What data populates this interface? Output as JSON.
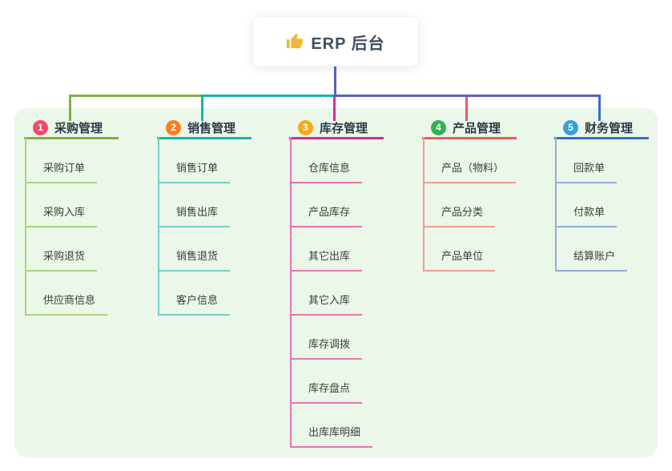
{
  "root": {
    "icon": "thumbs-up-icon",
    "label": "ERP 后台"
  },
  "theme": {
    "canvas_bg": "#ffffff",
    "panel_bg": "#ebf7e8",
    "connector_color": "#5463c6",
    "root_icon_color": "#f2b632"
  },
  "branches": [
    {
      "num": "1",
      "label": "采购管理",
      "badge_color": "#f5476b",
      "line_color": "#7cb342",
      "child_line_color": "#a9d381",
      "children": [
        "采购订单",
        "采购入库",
        "采购退货",
        "供应商信息"
      ]
    },
    {
      "num": "2",
      "label": "销售管理",
      "badge_color": "#f7821e",
      "line_color": "#19b2aa",
      "child_line_color": "#74cfc7",
      "children": [
        "销售订单",
        "销售出库",
        "销售退货",
        "客户信息"
      ]
    },
    {
      "num": "3",
      "label": "库存管理",
      "badge_color": "#f7a919",
      "line_color": "#d5308e",
      "child_line_color": "#ee74b2",
      "children": [
        "仓库信息",
        "产品库存",
        "其它出库",
        "其它入库",
        "库存调拨",
        "库存盘点",
        "出库库明细"
      ]
    },
    {
      "num": "4",
      "label": "产品管理",
      "badge_color": "#2cb453",
      "line_color": "#f15a5a",
      "child_line_color": "#f59898",
      "children": [
        "产品（物料）",
        "产品分类",
        "产品单位"
      ]
    },
    {
      "num": "5",
      "label": "财务管理",
      "badge_color": "#36a0db",
      "line_color": "#3c6cc5",
      "child_line_color": "#96abdd",
      "children": [
        "回款单",
        "付款单",
        "结算账户"
      ]
    }
  ]
}
